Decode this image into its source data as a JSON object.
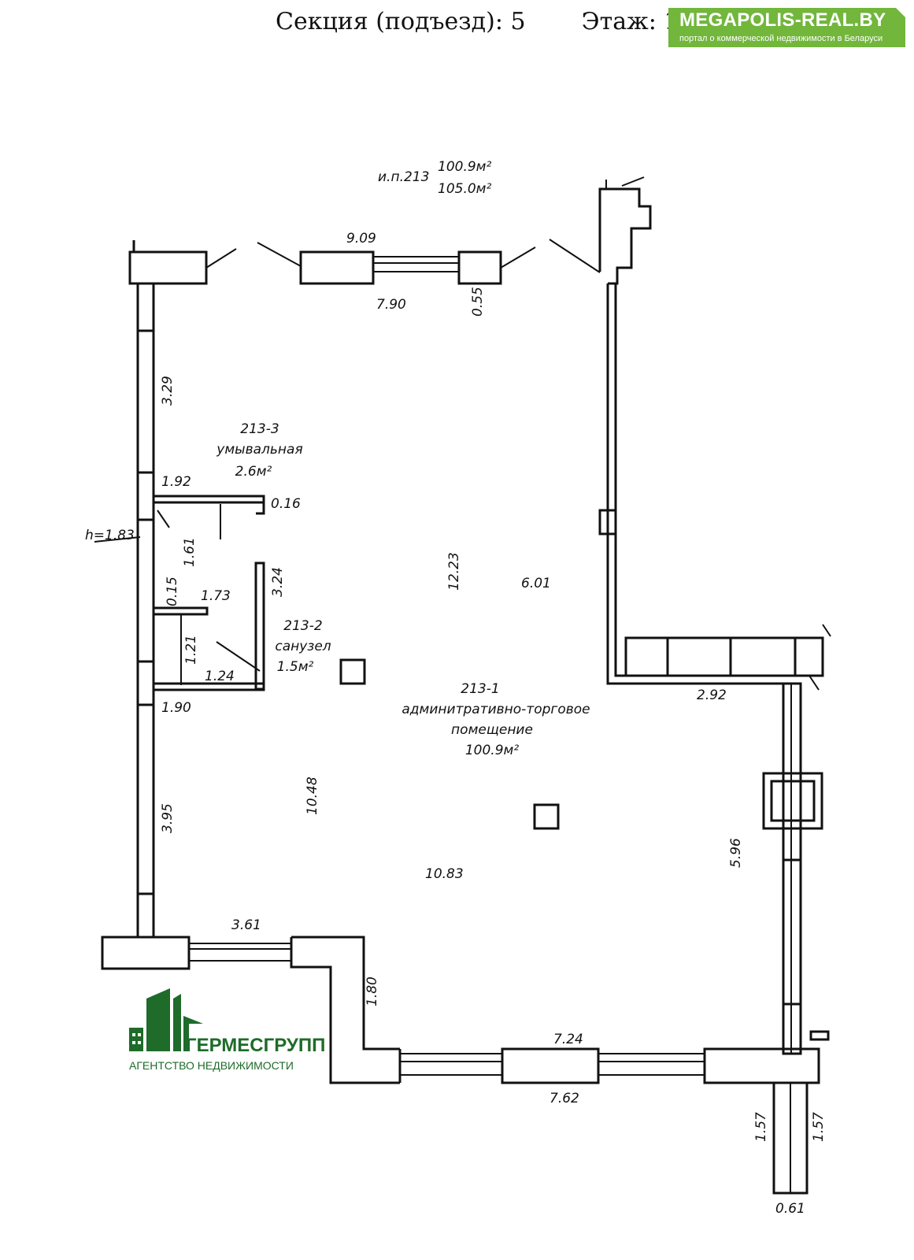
{
  "header": {
    "section": "Секция (подъезд): 5",
    "floor": "Этаж: 1"
  },
  "badge": {
    "title": "MEGAPOLIS-REAL.BY",
    "subtitle": "портал о коммерческой недвижимости в Беларуси",
    "color": "#72b63c"
  },
  "plan": {
    "unit": {
      "id": "и.п.213",
      "area_living": "100.9м²",
      "area_total": "105.0м²"
    },
    "rooms": [
      {
        "id": "213-1",
        "name_line1": "админитративно-торговое",
        "name_line2": "помещение",
        "area": "100.9м²"
      },
      {
        "id": "213-2",
        "name": "санузел",
        "area": "1.5м²"
      },
      {
        "id": "213-3",
        "name": "умывальная",
        "area": "2.6м²"
      }
    ],
    "dimensions": [
      "9.09",
      "7.90",
      "0.55",
      "3.29",
      "1.92",
      "0.16",
      "h=1.83",
      "1.61",
      "0.15",
      "1.73",
      "3.24",
      "12.23",
      "6.01",
      "1.21",
      "1.24",
      "1.90",
      "2.92",
      "10.48",
      "3.95",
      "5.96",
      "10.83",
      "3.61",
      "1.80",
      "7.24",
      "7.62",
      "1.57",
      "1.57",
      "0.61"
    ]
  },
  "logo": {
    "name": "ГЕРМЕСГРУПП",
    "tagline": "АГЕНТСТВО НЕДВИЖИМОСТИ",
    "color": "#1e6b2a"
  }
}
